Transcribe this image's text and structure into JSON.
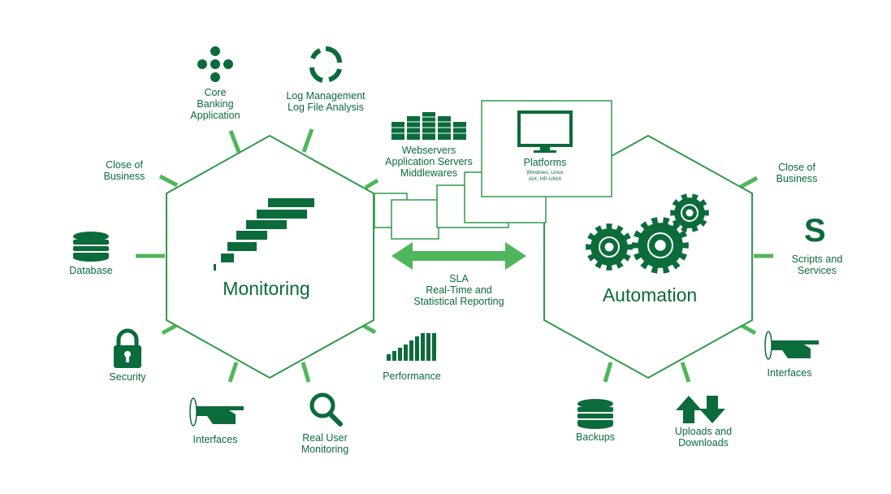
{
  "colors": {
    "dark_green": "#0b6b3a",
    "light_green": "#4fb65b",
    "background": "#ffffff"
  },
  "monitoring": {
    "title": "Monitoring",
    "items": {
      "core_banking": [
        "Core",
        "Banking",
        "Application"
      ],
      "log_management": [
        "Log Management",
        "Log File Analysis"
      ],
      "close_of_business": [
        "Close of",
        "Business"
      ],
      "database": [
        "Database"
      ],
      "security": [
        "Security"
      ],
      "interfaces": [
        "Interfaces"
      ],
      "real_user_monitoring": [
        "Real User",
        "Monitoring"
      ]
    }
  },
  "middle": {
    "servers": [
      "Webservers",
      "Application Servers",
      "Middlewares"
    ],
    "platforms": {
      "title": "Platforms",
      "detail": [
        "Windows, Linux",
        "AIX, HP-UNIX"
      ]
    },
    "sla": [
      "SLA",
      "Real-Time and",
      "Statistical Reporting"
    ],
    "performance": [
      "Performance"
    ]
  },
  "automation": {
    "title": "Automation",
    "items": {
      "close_of_business": [
        "Close of",
        "Business"
      ],
      "scripts": [
        "Scripts and",
        "Services"
      ],
      "interfaces": [
        "Interfaces"
      ],
      "uploads": [
        "Uploads and",
        "Downloads"
      ],
      "backups": [
        "Backups"
      ]
    }
  },
  "icons": {
    "core_banking": "dots-cluster-icon",
    "log_management": "recycle-circle-icon",
    "close_of_business": "crescent-moon-icon",
    "database": "database-icon",
    "security": "padlock-icon",
    "interfaces": "pointing-hand-icon",
    "real_user_monitoring": "magnifier-icon",
    "servers": "server-rack-icon",
    "platforms": "monitor-icon",
    "performance": "bar-graph-icon",
    "automation": "gears-icon",
    "scripts": "letter-s-icon",
    "uploads": "up-down-arrows-icon",
    "backups": "database-icon"
  },
  "glyphs": {
    "scripts": "S"
  }
}
